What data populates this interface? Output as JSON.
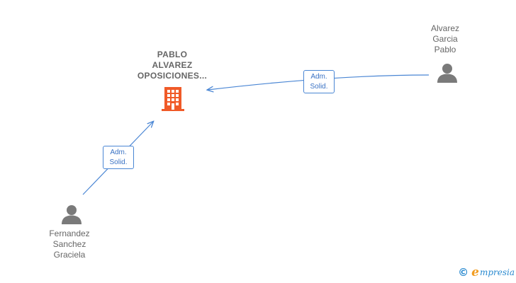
{
  "company": {
    "name_lines": [
      "PABLO",
      "ALVAREZ",
      "OPOSICIONES..."
    ],
    "icon": "building-icon",
    "icon_color": "#f05a28"
  },
  "people": [
    {
      "id": "alvarez-garcia-pablo",
      "name_lines": [
        "Alvarez",
        "Garcia",
        "Pablo"
      ],
      "icon": "person-icon"
    },
    {
      "id": "fernandez-sanchez-graciela",
      "name_lines": [
        "Fernandez",
        "Sanchez",
        "Graciela"
      ],
      "icon": "person-icon"
    }
  ],
  "edges": [
    {
      "from": "alvarez-garcia-pablo",
      "to": "company",
      "label_lines": [
        "Adm.",
        "Solid."
      ]
    },
    {
      "from": "fernandez-sanchez-graciela",
      "to": "company",
      "label_lines": [
        "Adm.",
        "Solid."
      ]
    }
  ],
  "colors": {
    "edge": "#4a86d4",
    "person_icon": "#7a7a7a",
    "label_text": "#666666"
  },
  "watermark": {
    "symbol": "©",
    "brand_initial": "e",
    "brand_rest": "mpresia"
  }
}
